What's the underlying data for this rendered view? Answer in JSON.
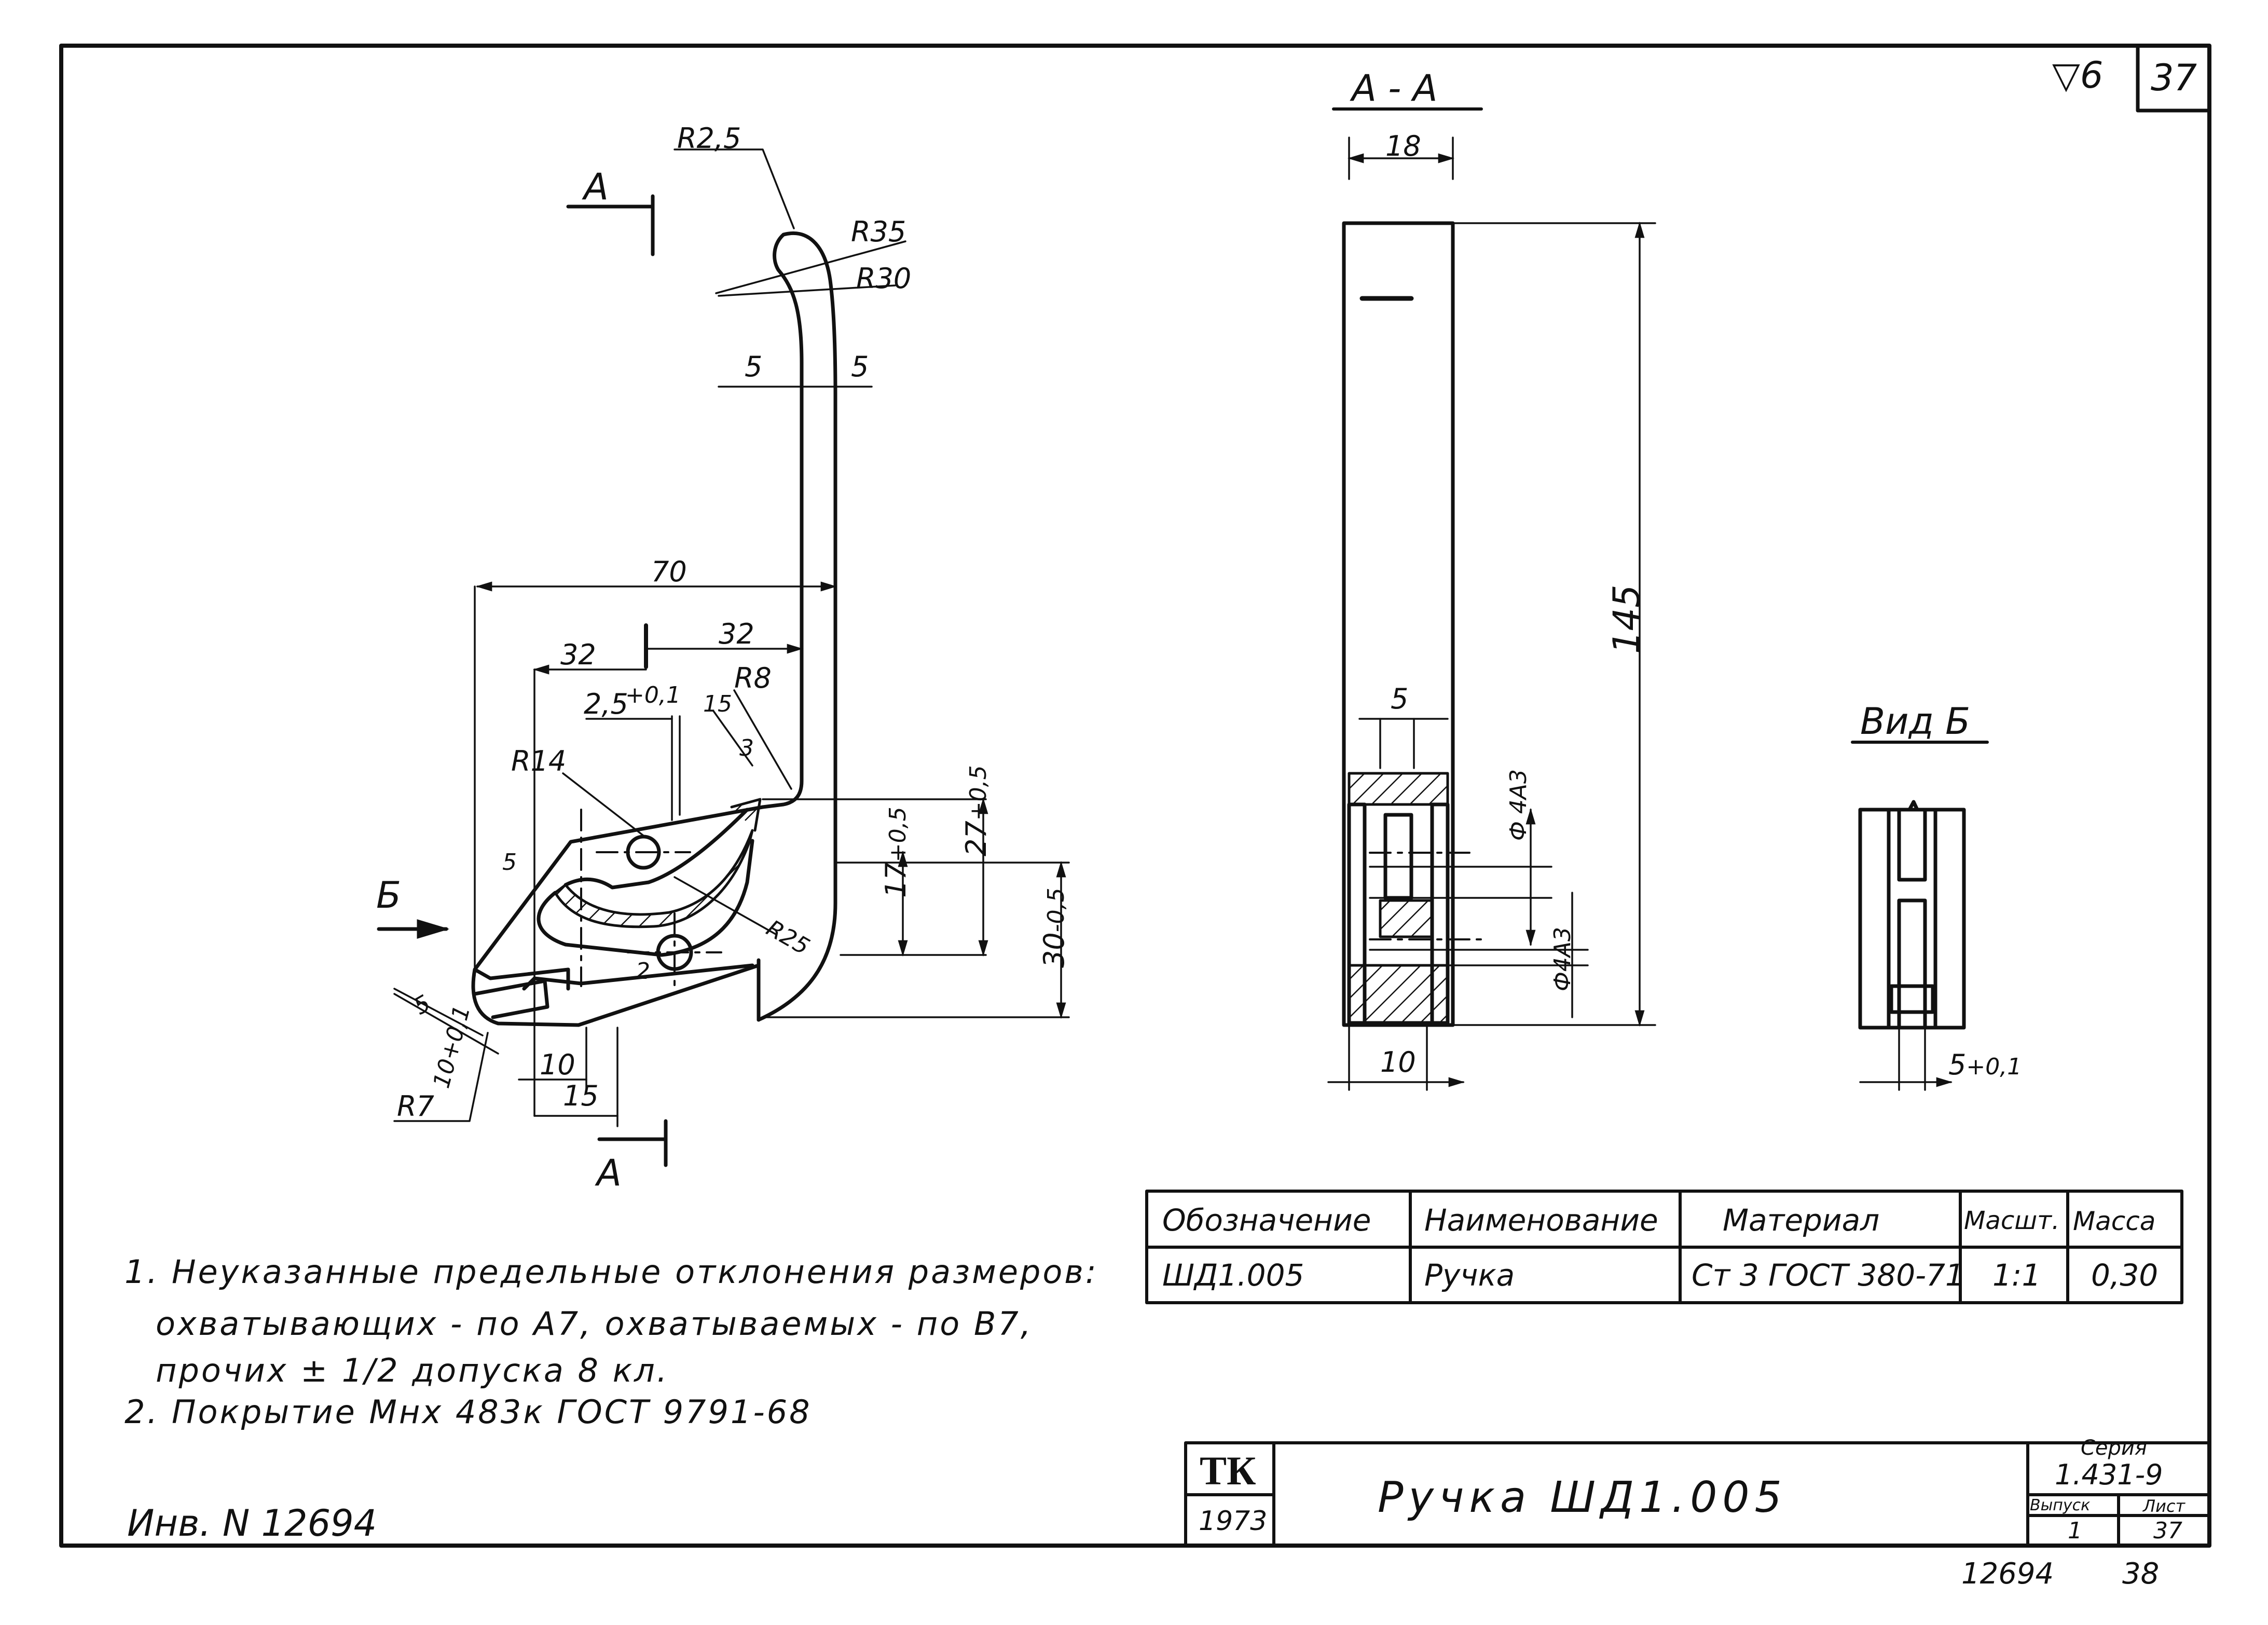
{
  "sheet": {
    "roughness": "▽6",
    "sheet_number": "37",
    "inventory": "Инв. N 12694",
    "footer_left": "12694",
    "footer_right": "38"
  },
  "front_view": {
    "section_mark_top": "А",
    "section_mark_bottom": "А",
    "view_b_arrow": "Б",
    "dims": {
      "r2_5": "R2,5",
      "r35": "R35",
      "r30": "R30",
      "thick_left": "5",
      "thick_right": "5",
      "d70": "70",
      "d32_left": "32",
      "d32_right": "32",
      "slot": "2,5",
      "slot_tol": "+0,1",
      "d15_top": "15",
      "r8": "R8",
      "d3": "3",
      "r14": "R14",
      "d5_left": "5",
      "r25": "R25",
      "d2": "2",
      "d17": "17",
      "d17_tol": "+0,5",
      "d27": "27",
      "d27_tol": "+0,5",
      "d30": "30",
      "d30_tol": "-0,5",
      "d5_pin": "5",
      "d10_pin": "10",
      "d10_pin_tol": "+0,1",
      "d10": "10",
      "d15": "15",
      "r7": "R7"
    }
  },
  "section_aa": {
    "title": "А - А",
    "dims": {
      "width18": "18",
      "height145": "145",
      "d5": "5",
      "hole1": "Ф 4А3",
      "hole2": "Ф4А3",
      "d10": "10"
    }
  },
  "view_b": {
    "title": "Вид Б",
    "dim": "5",
    "dim_tol": "+0,1"
  },
  "notes": [
    "1. Неуказанные предельные отклонения размеров:",
    "охватывающих - по А7, охватываемых - по В7,",
    "прочих ± 1/2 допуска 8 кл.",
    "2. Покрытие Мнх 483к ГОСТ 9791-68"
  ],
  "spec_table": {
    "headers": [
      "Обозначение",
      "Наименование",
      "Материал",
      "Масшт.",
      "Масса"
    ],
    "row": [
      "ШД1.005",
      "Ручка",
      "Ст 3 ГОСТ 380-71",
      "1:1",
      "0,30"
    ]
  },
  "title_block": {
    "org": "ТК",
    "year": "1973",
    "title": "Ручка ШД1.005",
    "series_label": "Серия",
    "series": "1.431-9",
    "issue_label": "Выпуск",
    "issue": "1",
    "sheet_label": "Лист",
    "sheet": "37"
  }
}
